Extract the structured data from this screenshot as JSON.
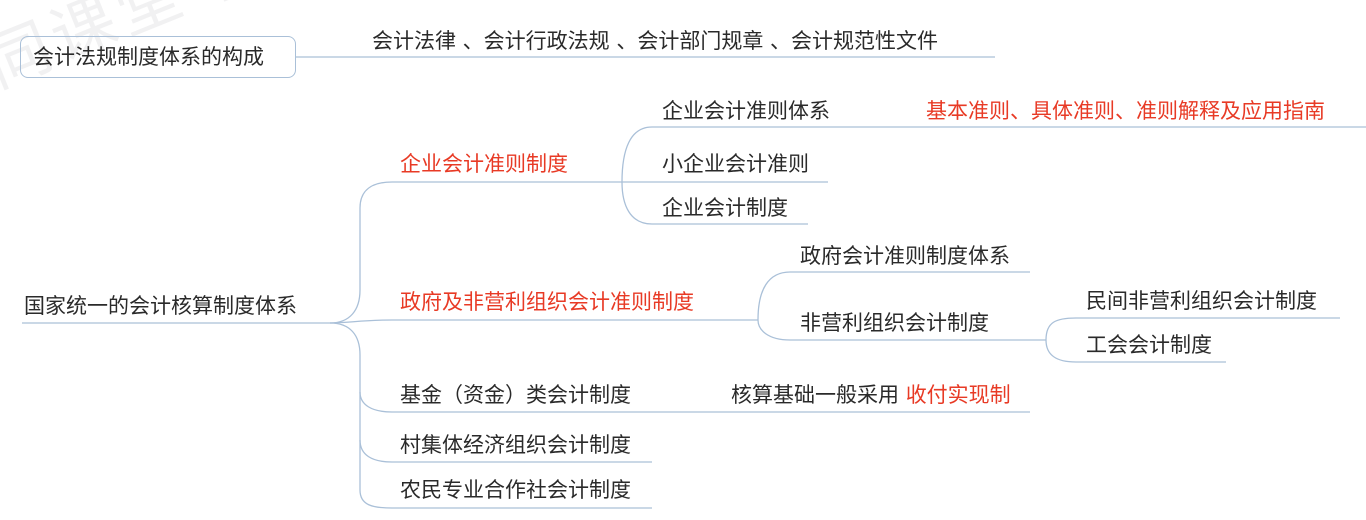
{
  "watermark": "同课堂 内",
  "root1": {
    "label": "会计法规制度体系的构成",
    "child": "会计法律 、会计行政法规 、会计部门规章 、会计规范性文件"
  },
  "root2": {
    "label": "国家统一的会计核算制度体系",
    "enterprise": {
      "label": "企业会计准则制度",
      "children": [
        {
          "label": "企业会计准则体系",
          "detail": "基本准则、具体准则、准则解释及应用指南"
        },
        {
          "label": "小企业会计准则"
        },
        {
          "label": "企业会计制度"
        }
      ]
    },
    "government": {
      "label": "政府及非营利组织会计准则制度",
      "children": [
        {
          "label": "政府会计准则制度体系"
        },
        {
          "label": "非营利组织会计制度",
          "children": [
            "民间非营利组织会计制度",
            "工会会计制度"
          ]
        }
      ]
    },
    "fund": {
      "label": "基金（资金）类会计制度",
      "note_prefix": "核算基础一般采用",
      "note_highlight": "收付实现制"
    },
    "village": {
      "label": "村集体经济组织会计制度"
    },
    "farmers": {
      "label": "农民专业合作社会计制度"
    }
  },
  "colors": {
    "highlight": "#e83a25",
    "text": "#2a2a2a",
    "connector": "#aac0d8"
  }
}
